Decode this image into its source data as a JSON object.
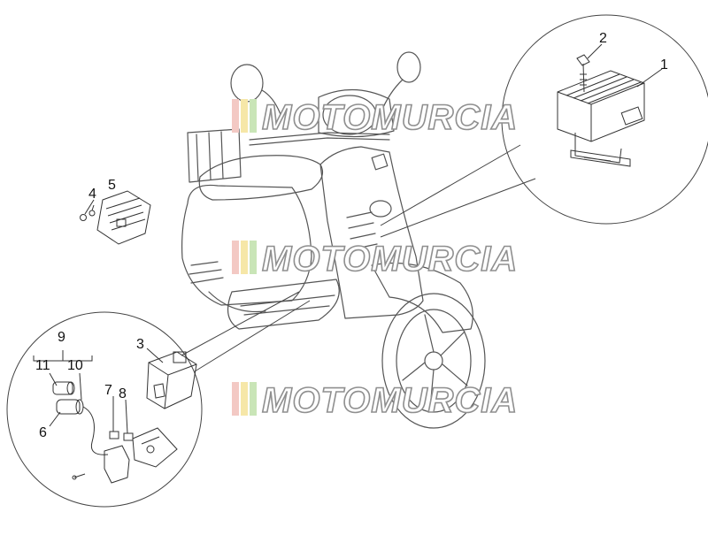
{
  "watermark": {
    "text": "MOTOMURCIA",
    "stripe_colors": [
      "#f3c9c4",
      "#f6e7a8",
      "#c9e5b7"
    ]
  },
  "callouts": {
    "n1": "1",
    "n2": "2",
    "n3": "3",
    "n4": "4",
    "n5": "5",
    "n6": "6",
    "n7": "7",
    "n8": "8",
    "n9": "9",
    "n10": "10",
    "n11": "11"
  },
  "line_color": "#333333"
}
